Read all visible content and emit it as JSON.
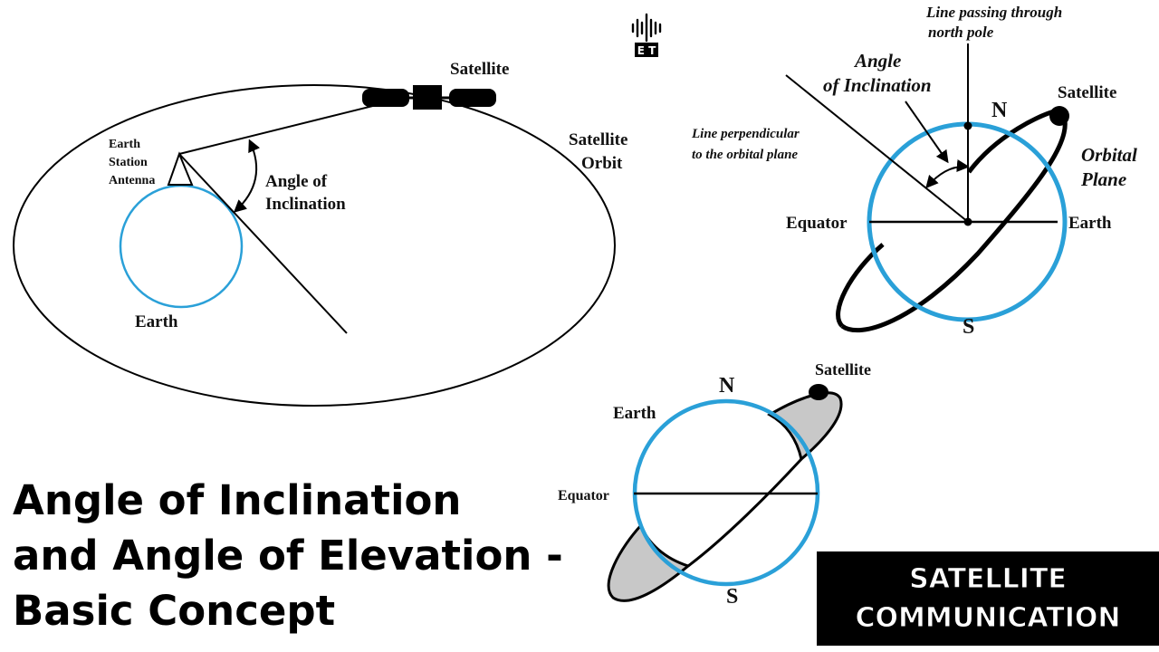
{
  "diagram_left": {
    "satellite": "Satellite",
    "orbit_line1": "Satellite",
    "orbit_line2": "Orbit",
    "antenna_line1": "Earth",
    "antenna_line2": "Station",
    "antenna_line3": "Antenna",
    "angle_line1": "Angle of",
    "angle_line2": "Inclination",
    "earth": "Earth"
  },
  "diagram_right": {
    "north_pole_line1": "Line passing through",
    "north_pole_line2": "north pole",
    "angle_line1": "Angle",
    "angle_line2": "of Inclination",
    "perp_line1": "Line perpendicular",
    "perp_line2": "to the orbital plane",
    "north": "N",
    "south": "S",
    "satellite": "Satellite",
    "orbital_line1": "Orbital",
    "orbital_line2": "Plane",
    "equator": "Equator",
    "earth": "Earth"
  },
  "diagram_bottom": {
    "north": "N",
    "south": "S",
    "satellite": "Satellite",
    "earth": "Earth",
    "equator": "Equator"
  },
  "logo": {
    "text": "E T"
  },
  "title": {
    "line1": "Angle of Inclination",
    "line2": "and Angle of Elevation -",
    "line3": "Basic Concept"
  },
  "badge": {
    "line1": "SATELLITE",
    "line2": "COMMUNICATION"
  },
  "colors": {
    "earth_stroke": "#2aa0d8",
    "orbit_stroke": "#000000",
    "shaded_orbit": "#c8c8c8"
  }
}
